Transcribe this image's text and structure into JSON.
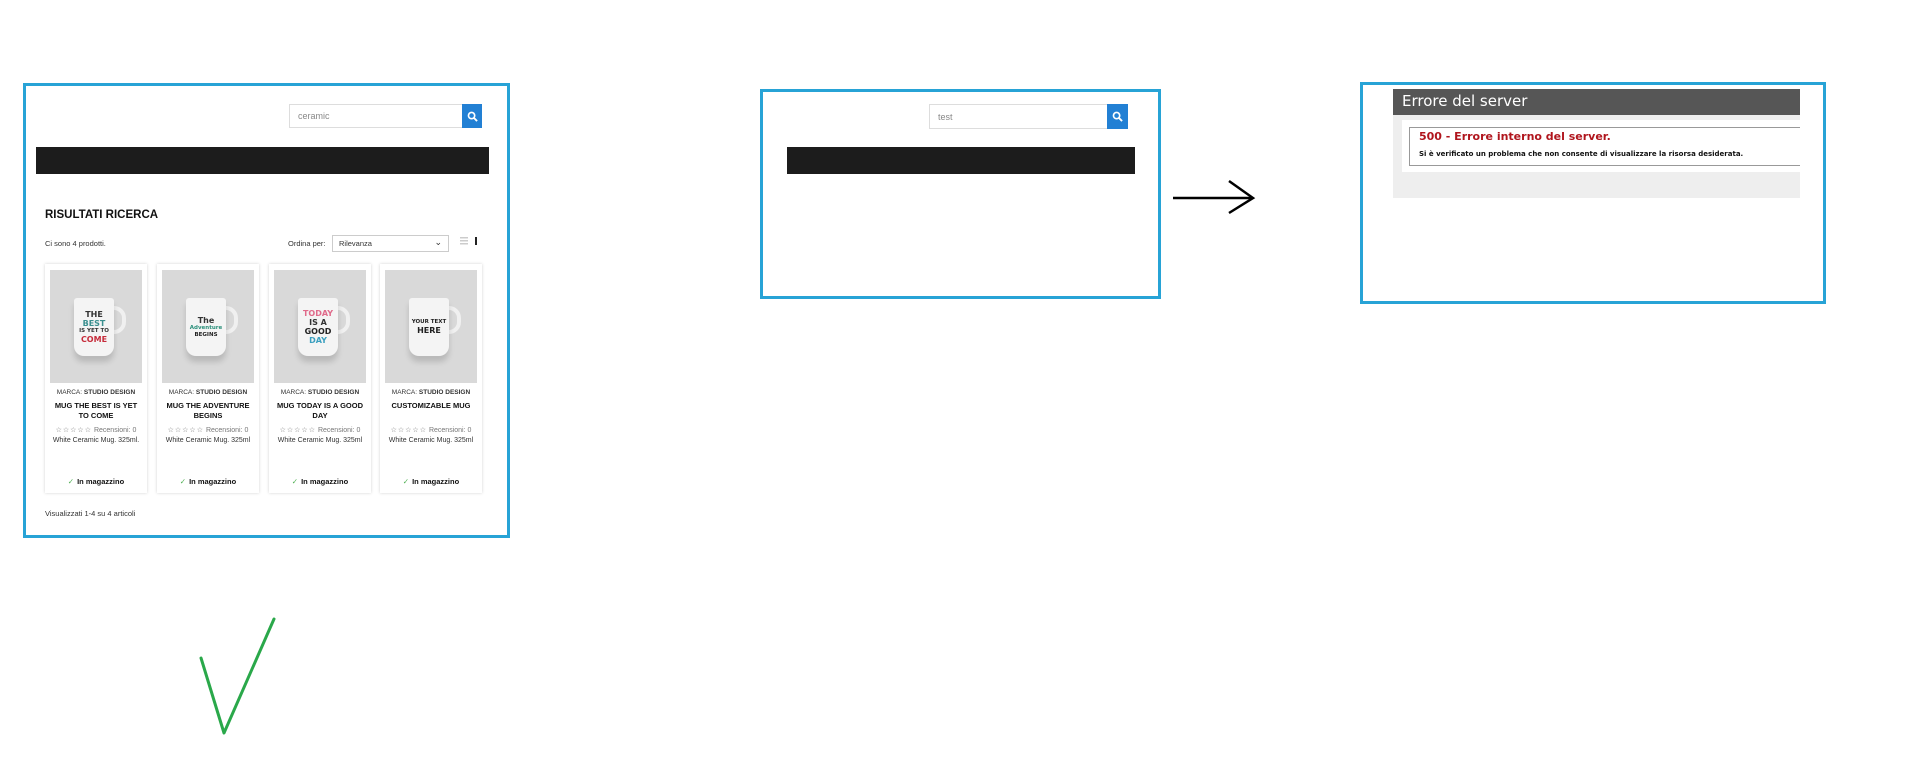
{
  "panel_ok": {
    "search_value": "ceramic",
    "heading": "RISULTATI RICERCA",
    "count_text": "Ci sono 4 prodotti.",
    "sort_label": "Ordina per:",
    "sort_value": "Rilevanza",
    "footer_text": "Visualizzati 1-4 su 4 articoli",
    "products": [
      {
        "brand_label": "MARCA:",
        "brand": "STUDIO DESIGN",
        "title": "MUG THE BEST IS YET TO COME",
        "stars": "☆☆☆☆☆",
        "reviews": "Recensioni: 0",
        "desc": "White Ceramic Mug. 325ml.",
        "stock": "In magazzino",
        "print": [
          "THE",
          "BEST",
          "IS YET TO",
          "COME"
        ]
      },
      {
        "brand_label": "MARCA:",
        "brand": "STUDIO DESIGN",
        "title": "MUG THE ADVENTURE BEGINS",
        "stars": "☆☆☆☆☆",
        "reviews": "Recensioni: 0",
        "desc": "White Ceramic Mug. 325ml",
        "stock": "In magazzino",
        "print": [
          "The",
          "Adventure",
          "BEGINS"
        ]
      },
      {
        "brand_label": "MARCA:",
        "brand": "STUDIO DESIGN",
        "title": "MUG TODAY IS A GOOD DAY",
        "stars": "☆☆☆☆☆",
        "reviews": "Recensioni: 0",
        "desc": "White Ceramic Mug. 325ml",
        "stock": "In magazzino",
        "print": [
          "TODAY",
          "IS A",
          "GOOD",
          "DAY"
        ]
      },
      {
        "brand_label": "MARCA:",
        "brand": "STUDIO DESIGN",
        "title": "CUSTOMIZABLE MUG",
        "stars": "☆☆☆☆☆",
        "reviews": "Recensioni: 0",
        "desc": "White Ceramic Mug. 325ml",
        "stock": "In magazzino",
        "print": [
          "YOUR TEXT",
          "HERE"
        ]
      }
    ]
  },
  "panel_fail": {
    "search_value": "test"
  },
  "panel_error": {
    "header": "Errore del server",
    "title": "500 - Errore interno del server.",
    "message": "Si è verificato un problema che non consente di visualizzare la risorsa desiderata."
  },
  "colors": {
    "frame": "#27a3d6",
    "accent": "#2280d4",
    "error_red": "#b0151d",
    "check_green": "#2aa84a"
  }
}
